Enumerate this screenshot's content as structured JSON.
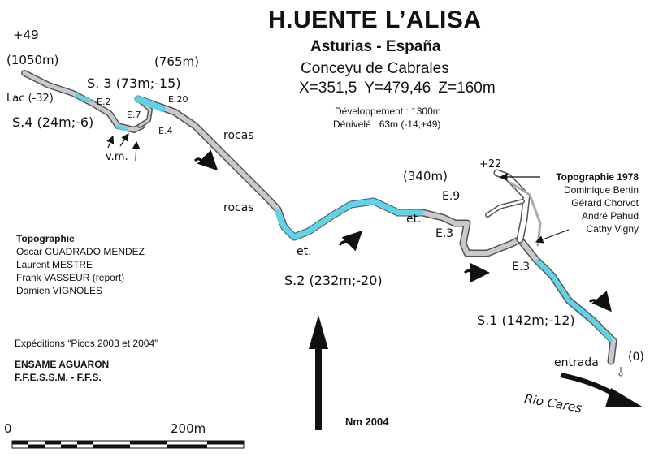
{
  "header": {
    "title": "H.UENTE L’ALISA",
    "region": "Asturias - España",
    "municipality": "Conceyu de Cabrales",
    "coordinates": "X=351,5   Y=479,46   Z=160m",
    "development": "Développement : 1300m",
    "elevation": "Dénivelé : 63m (-14;+49)"
  },
  "labels": {
    "plus49": "+49",
    "dist1050": "(1050m)",
    "dist765": "(765m)",
    "dist340": "(340m)",
    "plus22": "+22",
    "zero": "(0)",
    "s3": "S. 3 (73m;-15)",
    "s4": "S.4 (24m;-6)",
    "s2": "S.2 (232m;-20)",
    "s1": "S.1 (142m;-12)",
    "lac": "Lac (-32)",
    "e2": "E.2",
    "e7": "E.7",
    "e4": "E.4",
    "e20": "E.20",
    "e9": "E.9",
    "e3a": "E.3",
    "e3b": "E.3",
    "vm": "v.m.",
    "rocas1": "rocas",
    "rocas2": "rocas",
    "et1": "et.",
    "et2": "et.",
    "entrada": "entrada",
    "river": "Rio Cares",
    "north": "Nm 2004"
  },
  "topo1978": {
    "heading": "Topographie 1978",
    "names": [
      "Dominique Bertin",
      "Gérard Chorvot",
      "André Pahud",
      "Cathy Vigny"
    ]
  },
  "topo": {
    "heading": "Topographie",
    "names": [
      "Oscar CUADRADO MENDEZ",
      "Laurent MESTRE",
      "Frank VASSEUR (report)",
      "Damien VIGNOLES"
    ]
  },
  "expeditions": "Expéditions “Picos 2003 et 2004”",
  "club": [
    "ENSAME AGUARON",
    "F.F.E.S.S.M. - F.F.S."
  ],
  "scale": {
    "start": "0",
    "end": "200m"
  },
  "colors": {
    "sump": "#5fd3ea",
    "passage": "#c9c9d0",
    "outline": "#555555"
  }
}
